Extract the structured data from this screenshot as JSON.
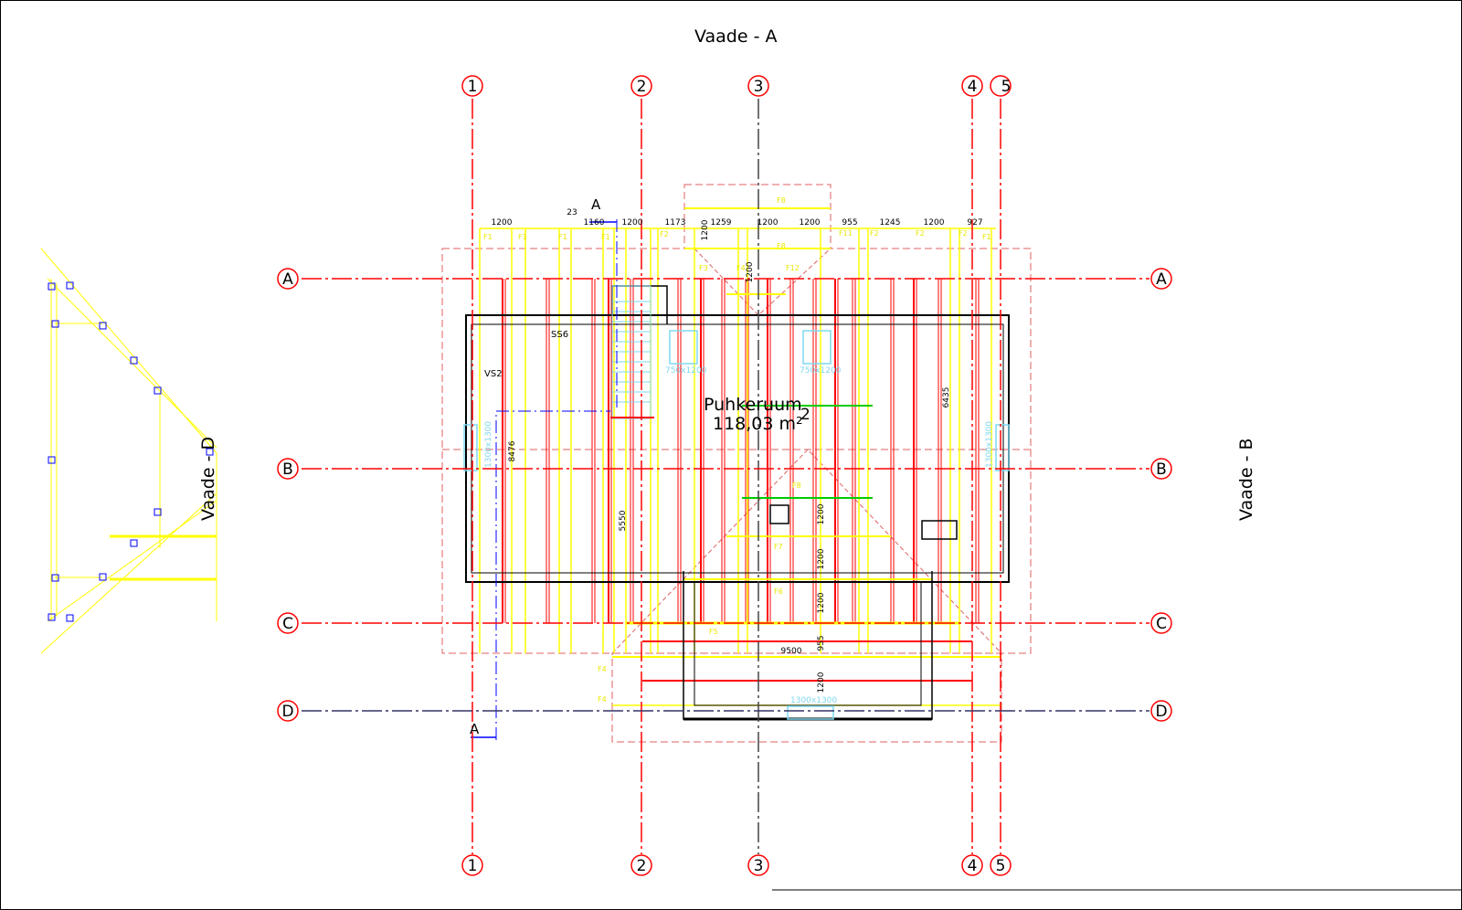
{
  "views": {
    "top": "Vaade - A",
    "right": "Vaade - B",
    "left": "Vaade - D"
  },
  "grid": {
    "columns": [
      "1",
      "2",
      "3",
      "4",
      "5"
    ],
    "rows": [
      "A",
      "B",
      "C",
      "D"
    ]
  },
  "section_marker": "A",
  "top_dimensions": [
    "1200",
    "23",
    "1160",
    "1200",
    "1173",
    "1259",
    "1200",
    "1200",
    "955",
    "1245",
    "1200",
    "927"
  ],
  "vertical_dimensions": [
    "1200",
    "1200",
    "8476",
    "5550",
    "6435",
    "1200",
    "1200",
    "1200",
    "955",
    "1200"
  ],
  "horizontal_dim_lower": "9500",
  "member_labels": [
    "F1",
    "F1",
    "F1",
    "F1",
    "F2",
    "F8",
    "F8",
    "F3",
    "F4",
    "F12",
    "F11",
    "F2",
    "F2",
    "F2",
    "F1",
    "F8",
    "F7",
    "F6",
    "F5",
    "F4",
    "F4"
  ],
  "room": {
    "name": "Puhkeruum",
    "area": "118,03 m²",
    "number": "2"
  },
  "tags": {
    "ss": "SS6",
    "vs": "VS2"
  },
  "windows": [
    "750x1200",
    "750x1200",
    "1300x1300",
    "1300x1300",
    "1300x1300"
  ],
  "colors": {
    "grid": "#ff0000",
    "rafter": "#ff0000",
    "beam": "#ffff00",
    "window": "#7fd8f0",
    "wall": "#000000",
    "axis_dark": "#444444",
    "guide": "#0000ff",
    "green": "#00cc00"
  }
}
